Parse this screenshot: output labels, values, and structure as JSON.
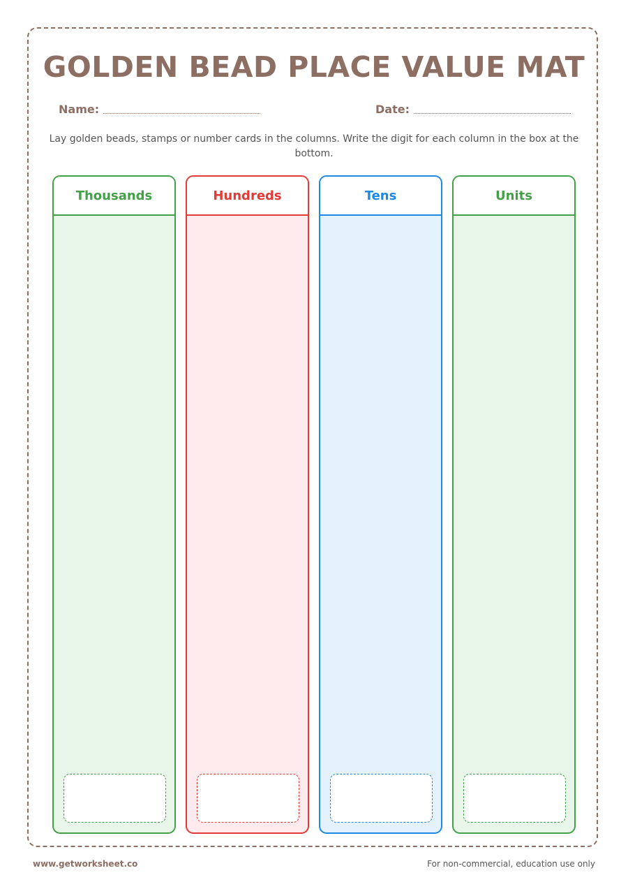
{
  "title": "GOLDEN BEAD PLACE VALUE MAT",
  "fields": {
    "name_label": "Name:",
    "date_label": "Date:"
  },
  "instructions": "Lay golden beads, stamps or number cards in the columns. Write the digit for each column in the box at the bottom.",
  "columns": [
    {
      "label": "Thousands",
      "color": "#43a047",
      "fill": "#e8f5e9"
    },
    {
      "label": "Hundreds",
      "color": "#e53935",
      "fill": "#ffebee"
    },
    {
      "label": "Tens",
      "color": "#1e88e5",
      "fill": "#e3f2fd"
    },
    {
      "label": "Units",
      "color": "#43a047",
      "fill": "#e8f5e9"
    }
  ],
  "footer": {
    "website": "www.getworksheet.co",
    "notice": "For non-commercial, education use only"
  },
  "accent_color": "#8d6e63"
}
